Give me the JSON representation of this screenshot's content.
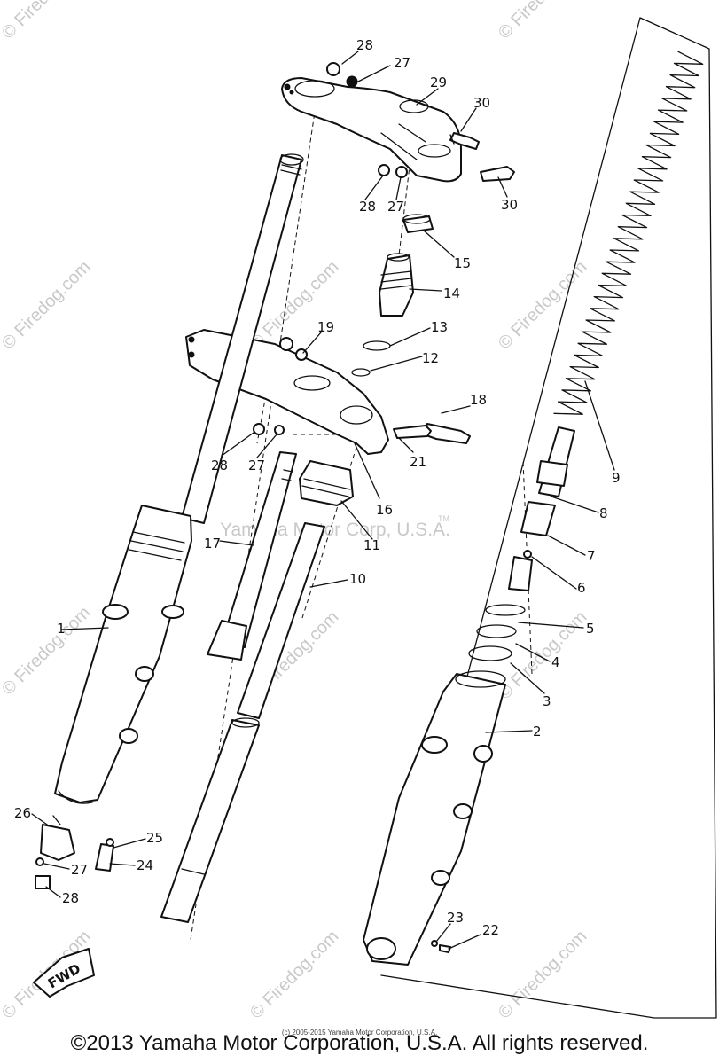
{
  "diagram": {
    "watermark_center": "Yamaha Motor Corp, U.S.A.",
    "watermark_tm": "TM",
    "watermark_tiles": [
      "© Firedog.com",
      "© Firedog.com",
      "© Firedog.com",
      "© Firedog.com",
      "© Firedog.com",
      "© Firedog.com",
      "© Firedog.com",
      "© Firedog.com",
      "© Firedog.com",
      "© Firedog.com",
      "© Firedog.com"
    ],
    "fwd_tag": "FWD",
    "callouts": [
      "28",
      "27",
      "29",
      "30",
      "28",
      "27",
      "30",
      "15",
      "14",
      "19",
      "13",
      "12",
      "18",
      "28",
      "27",
      "21",
      "16",
      "9",
      "8",
      "17",
      "11",
      "10",
      "7",
      "6",
      "1",
      "5",
      "4",
      "3",
      "2",
      "26",
      "25",
      "27",
      "24",
      "28",
      "23",
      "22"
    ]
  },
  "footer": {
    "small": "(c) 2005-2015 Yamaha Motor Corporation, U.S.A.",
    "main": "©2013 Yamaha Motor Corporation, U.S.A. All rights reserved."
  }
}
